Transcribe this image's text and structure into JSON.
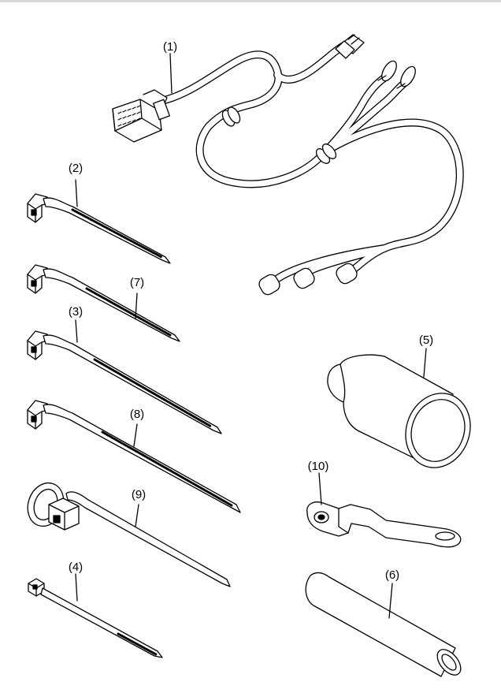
{
  "parts": [
    {
      "id": "harness",
      "label": "(1)"
    },
    {
      "id": "tie-2",
      "label": "(2)"
    },
    {
      "id": "tie-7",
      "label": "(7)"
    },
    {
      "id": "tie-3",
      "label": "(3)"
    },
    {
      "id": "tie-8",
      "label": "(8)"
    },
    {
      "id": "tie-9",
      "label": "(9)"
    },
    {
      "id": "tie-4",
      "label": "(4)"
    },
    {
      "id": "cap-5",
      "label": "(5)"
    },
    {
      "id": "bracket-10",
      "label": "(10)"
    },
    {
      "id": "tube-6",
      "label": "(6)"
    }
  ]
}
